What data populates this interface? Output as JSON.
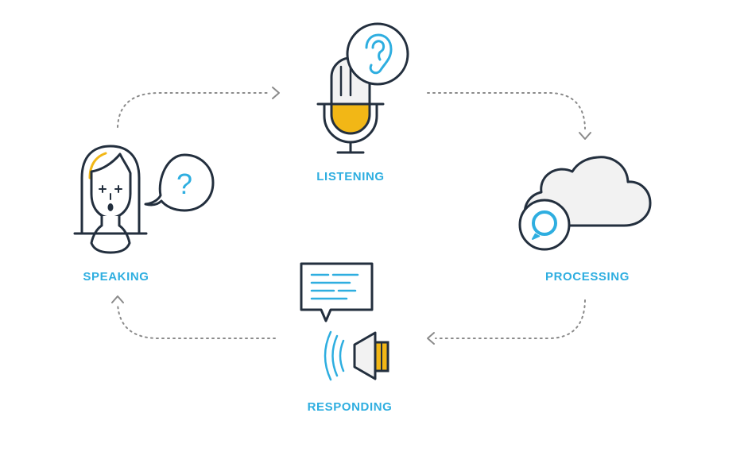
{
  "colors": {
    "outline": "#232f3e",
    "accent_blue": "#2eaee0",
    "accent_yellow": "#f2b716",
    "mic_fill": "#f2f2f2",
    "arrow_gray": "#8a8a8a"
  },
  "stages": {
    "listening": {
      "label": "LISTENING",
      "icon": "microphone-ear-icon"
    },
    "processing": {
      "label": "PROCESSING",
      "icon": "cloud-alexa-icon"
    },
    "responding": {
      "label": "RESPONDING",
      "icon": "speaker-chat-icon"
    },
    "speaking": {
      "label": "SPEAKING",
      "icon": "person-question-icon"
    }
  },
  "question_mark": "?",
  "flow": [
    "speaking",
    "listening",
    "processing",
    "responding",
    "speaking"
  ]
}
